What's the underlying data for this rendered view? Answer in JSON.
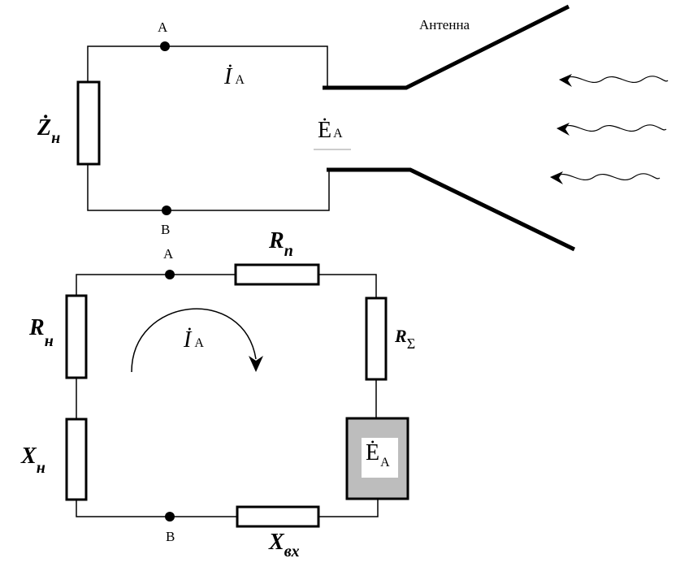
{
  "antenna_label": "Антенна",
  "top_circuit": {
    "node_a": "A",
    "node_b": "B",
    "current": {
      "symbol": "İ",
      "sub": "А"
    },
    "emf": {
      "symbol": "Ė",
      "sub": "А"
    },
    "load": {
      "symbol": "Ż",
      "sub": "н"
    }
  },
  "bottom_circuit": {
    "node_a": "A",
    "node_b": "B",
    "current": {
      "symbol": "İ",
      "sub": "А"
    },
    "emf": {
      "symbol": "Ė",
      "sub": "А"
    },
    "r_load": {
      "symbol": "R",
      "sub": "н"
    },
    "x_load": {
      "symbol": "X",
      "sub": "н"
    },
    "r_loss": {
      "symbol": "R",
      "sub": "п"
    },
    "r_rad": {
      "symbol": "R",
      "sub": "Σ"
    },
    "x_in": {
      "symbol": "X",
      "sub": "вх"
    }
  },
  "colors": {
    "wire": "#000000",
    "source_fill": "#bdbdbd",
    "source_label_bg": "#ffffff"
  }
}
